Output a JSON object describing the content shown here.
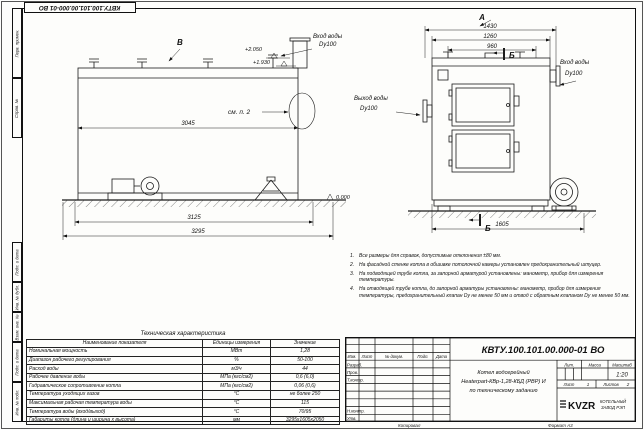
{
  "sheet": {
    "doc_number": "КВТУ.100.101.00.000-01 ВО",
    "copied_label": "Копировал",
    "format_label": "Формат А3",
    "margin_labels": [
      "Перв. примен.",
      "Справ. №",
      "Подп. и дата",
      "Инв. № дубл.",
      "Взам. инв. №",
      "Подп. и дата",
      "Инв. № подл."
    ]
  },
  "side_view": {
    "view_label": "В",
    "inlet_label": "Вход воды",
    "inlet_size": "Dy100",
    "elevation_top": "+2.050",
    "elevation_inlet": "+1.930",
    "elevation_zero": "0.000",
    "see_note_label": "см. п. 2",
    "dim_body_length": "3045",
    "dim_support_span": "3125",
    "dim_overall_length": "3295"
  },
  "front_view": {
    "view_label": "А",
    "section_label_top": "Б",
    "section_label_bottom": "Б",
    "dim_overall_width": "1430",
    "dim_casing_width": "1260",
    "dim_frame_width": "960",
    "dim_bottom_width": "1605",
    "outlet_label": "Выход воды",
    "outlet_size": "Dy100",
    "inlet_label": "Вход воды",
    "inlet_size": "Dy100"
  },
  "notes": {
    "items": [
      {
        "num": "1.",
        "text": "Все размеры для справок, допустимые отклонения ±80 мм."
      },
      {
        "num": "2.",
        "text": "На фасадной стенке котла в обшивке потолочной камеры установлен предохранительный штуцер."
      },
      {
        "num": "3.",
        "text": "На подводящей трубе котла, за запорной арматурой установлены: манометр, прибор для измерения температуры."
      },
      {
        "num": "4.",
        "text": "На отводящей трубе котла, до запорной арматуры установлены: манометр, прибор для измерения температуры, предохранительный клапан Dy не менее 50 мм и отвод с обратным клапаном Dy не менее 50 мм."
      }
    ]
  },
  "tech_table": {
    "title": "Техническая характеристика",
    "headers": [
      "Наименование показателя",
      "Единицы измерения",
      "Значение"
    ],
    "rows": [
      [
        "Номинальная мощность",
        "МВт",
        "1,28"
      ],
      [
        "Диапазон рабочего регулирования",
        "%",
        "50-100"
      ],
      [
        "Расход воды",
        "м3/ч",
        "44"
      ],
      [
        "Рабочее давление воды",
        "МПа (кгс/см2)",
        "0,6 (6,0)"
      ],
      [
        "Гидравлическое сопротивление котла",
        "МПа (кгс/см2)",
        "0,06 (0,6)"
      ],
      [
        "Температура уходящих газов",
        "°С",
        "не более 250"
      ],
      [
        "Максимальная рабочая температура воды",
        "°С",
        "115"
      ],
      [
        "Температура воды (вход/выход)",
        "°С",
        "70/95"
      ],
      [
        "Габариты котла (длина и ширина х высота)",
        "мм",
        "3295х1605х2050"
      ]
    ]
  },
  "title_block": {
    "doc_number": "КВТУ.100.101.00.000-01 ВО",
    "cols": [
      "Изм.",
      "Лист",
      "№ докум.",
      "Подп.",
      "Дата"
    ],
    "rows": [
      "Разраб.",
      "Пров.",
      "Т.контр.",
      "Н.контр.",
      "Утв."
    ],
    "title_line1": "Котел водогрейный",
    "title_line2": "Heaterpart-КВр-1,28-КБД (РВР) И",
    "title_line3": "по техническому заданию",
    "lit_label": "Лит.",
    "mass_label": "Масса",
    "scale_label": "Масштаб",
    "scale_value": "1:20",
    "sheet_label": "Лист",
    "sheet_value": "1",
    "sheets_label": "Листов",
    "sheets_value": "2",
    "logo": "KVZR",
    "company_line1": "КОТЕЛЬНЫЙ",
    "company_line2": "ЗАВОД РЭП"
  }
}
